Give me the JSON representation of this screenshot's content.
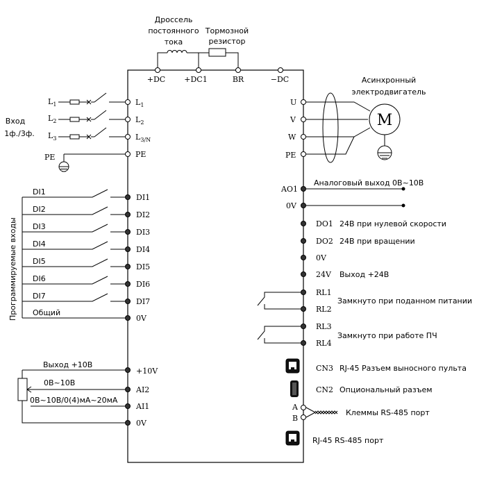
{
  "top": {
    "choke_label_1": "Дроссель",
    "choke_label_2": "постоянного",
    "choke_label_3": "тока",
    "brake_label_1": "Тормозной",
    "brake_label_2": "резистор",
    "terminals": [
      "+DC",
      "+DC1",
      "BR",
      "−DC"
    ]
  },
  "power_input": {
    "label_1": "Вход",
    "label_2": "1ф./3ф.",
    "lines": [
      {
        "left": "L",
        "left_sub": "1",
        "right": "L",
        "right_sub": "1"
      },
      {
        "left": "L",
        "left_sub": "2",
        "right": "L",
        "right_sub": "2"
      },
      {
        "left": "L",
        "left_sub": "3",
        "right": "L",
        "right_sub": "3/N"
      }
    ],
    "pe_left": "PE",
    "pe_right": "PE"
  },
  "digital_inputs": {
    "group_label": "Программируемые входы",
    "inputs": [
      "DI1",
      "DI2",
      "DI3",
      "DI4",
      "DI5",
      "DI6",
      "DI7"
    ],
    "common_label": "Общий",
    "common_terminal": "0V"
  },
  "analog_inputs": {
    "out_label": "Выход +10В",
    "ai2_label": "0В~10В",
    "ai1_label": "0В~10В/0(4)мА~20мА",
    "terminals": [
      "+10V",
      "AI2",
      "AI1",
      "0V"
    ]
  },
  "motor": {
    "label_1": "Асинхронный",
    "label_2": "электродвигатель",
    "symbol": "M",
    "terminals": [
      "U",
      "V",
      "W",
      "PE"
    ]
  },
  "outputs": {
    "ao1_terminal": "AO1",
    "ao1_label": "Аналоговый выход 0В~10В",
    "zero_terminal": "0V",
    "do1_terminal": "DO1",
    "do1_label": "24В при нулевой скорости",
    "do2_terminal": "DO2",
    "do2_label": "24В при вращении",
    "zero2_terminal": "0V",
    "v24_terminal": "24V",
    "v24_label": "Выход +24В",
    "rl1": "RL1",
    "rl2": "RL2",
    "rl12_label": "Замкнуто при поданном питании",
    "rl3": "RL3",
    "rl4": "RL4",
    "rl34_label": "Замкнуто при работе ПЧ",
    "cn3_terminal": "CN3",
    "cn3_label": "RJ-45 Разъем выносного пульта",
    "cn2_terminal": "CN2",
    "cn2_label": "Опциональный разъем",
    "a_terminal": "A",
    "b_terminal": "B",
    "rs485_label": "Клеммы RS-485 порт",
    "rj45_label": "RJ-45 RS-485 порт"
  }
}
